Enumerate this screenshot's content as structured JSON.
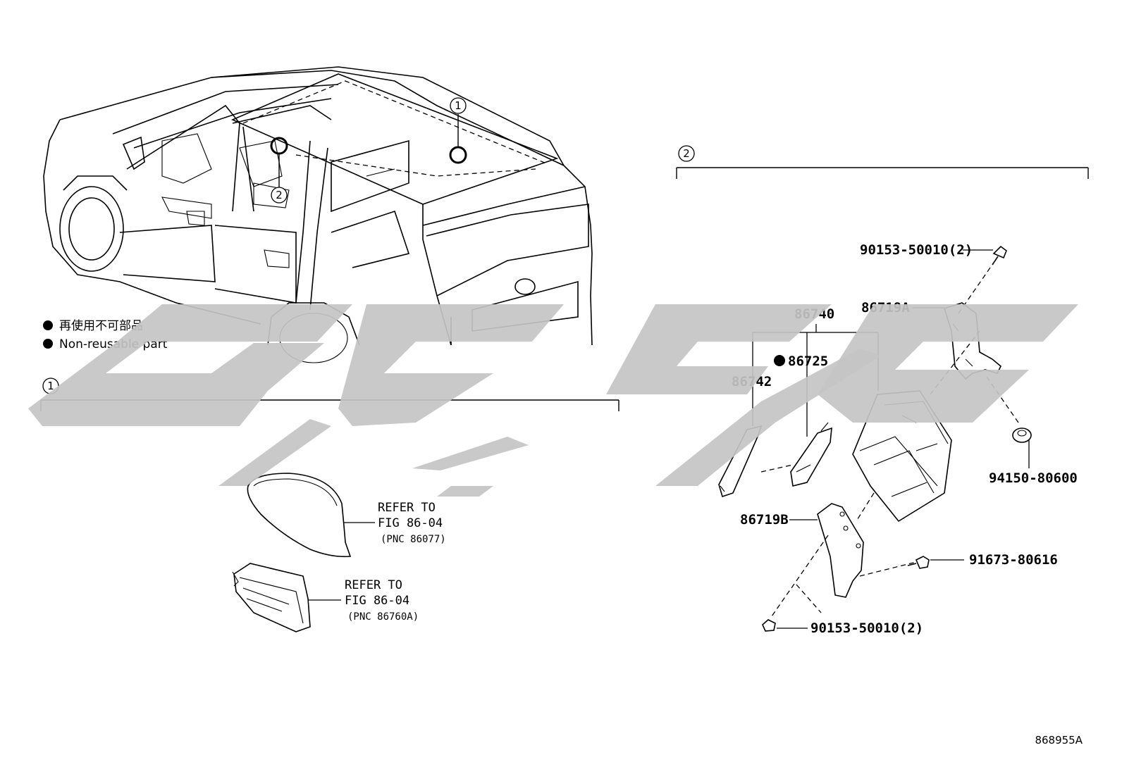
{
  "legend": {
    "ja": "再使用不可部品",
    "en": "Non-reusable part"
  },
  "callouts": {
    "one": "1",
    "two": "2"
  },
  "section1": {
    "ref1": {
      "line1": "REFER TO",
      "line2": "FIG 86-04",
      "line3": "(PNC 86077)"
    },
    "ref2": {
      "line1": "REFER TO",
      "line2": "FIG 86-04",
      "line3": "(PNC 86760A)"
    }
  },
  "section2": {
    "parts": {
      "p90153_top": "90153-50010(2)",
      "p86719A": "86719A",
      "p86740": "86740",
      "p86725": "86725",
      "p86742": "86742",
      "p94150": "94150-80600",
      "p86719B": "86719B",
      "p91673": "91673-80616",
      "p90153_bot": "90153-50010(2)"
    }
  },
  "figure_id": "868955A",
  "colors": {
    "line": "#000000",
    "watermark": "#c4c4c4",
    "background": "#ffffff"
  }
}
